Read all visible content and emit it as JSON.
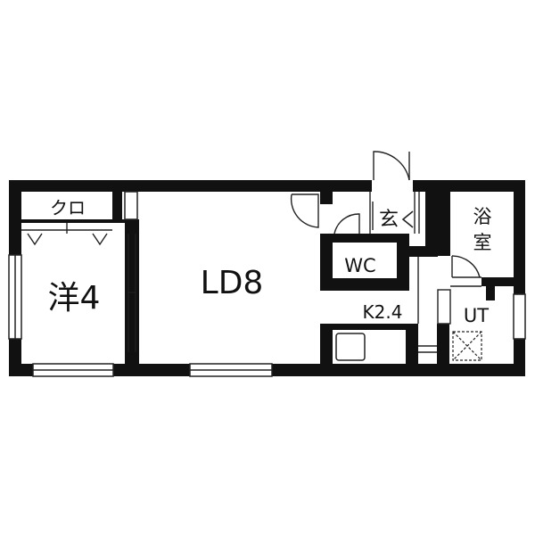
{
  "colors": {
    "wall": "#111111",
    "background": "#ffffff",
    "line": "#222222"
  },
  "rooms": {
    "closet": "クロ",
    "western": "洋4",
    "living_dining": "LD8",
    "entrance": "玄",
    "toilet": "WC",
    "kitchen": "K2.4",
    "bath_1": "浴",
    "bath_2": "室",
    "utility": "UT"
  },
  "icons": {
    "door_swing": "door-swing-icon",
    "sink": "kitchen-sink-icon",
    "washer_space": "washing-machine-space-icon",
    "window": "window-icon",
    "shoe_cabinet": "shoe-cabinet-icon"
  }
}
